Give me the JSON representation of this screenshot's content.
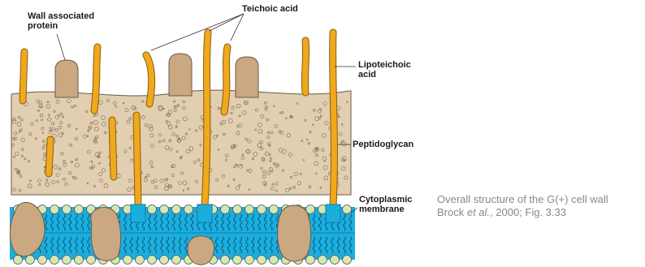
{
  "labels": {
    "wall_protein": "Wall associated\nprotein",
    "teichoic": "Teichoic acid",
    "lipoteichoic": "Lipoteichoic\nacid",
    "peptidoglycan": "Peptidoglycan",
    "cytoplasmic": "Cytoplasmic\nmembrane"
  },
  "caption": {
    "line1": "Overall structure of the G(+) cell wall",
    "line2_pre": "Brock ",
    "line2_em": "et al.",
    "line2_post": ", 2000; Fig. 3.33"
  },
  "colors": {
    "peptidoglycan": "#e2cfb1",
    "membrane": "#1aaedf",
    "protein": "#c9a882",
    "acid": "#f0a81d",
    "lipid_head": "#d6e6b4"
  }
}
